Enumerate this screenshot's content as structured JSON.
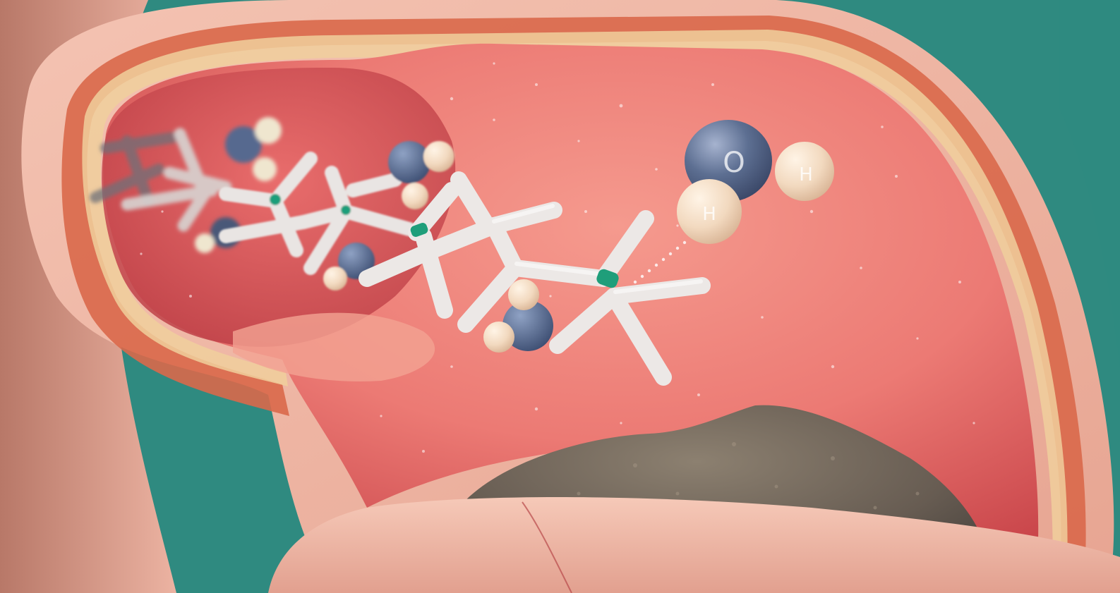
{
  "water_molecule": {
    "oxygen_label": "O",
    "hydrogen_labels": [
      "H",
      "H"
    ]
  },
  "colors": {
    "background_teal": "#2f8a80",
    "tissue_inner": "#e8706e",
    "tissue_outer": "#f0b8a8",
    "muscle_band": "#d9684a",
    "oxygen_atom": "#5d6f92",
    "hydrogen_atom": "#f2d9bf",
    "bond_white": "#ece8e6",
    "nitrogen_green": "#1f9e7a",
    "stone_dark": "#6e6458"
  }
}
